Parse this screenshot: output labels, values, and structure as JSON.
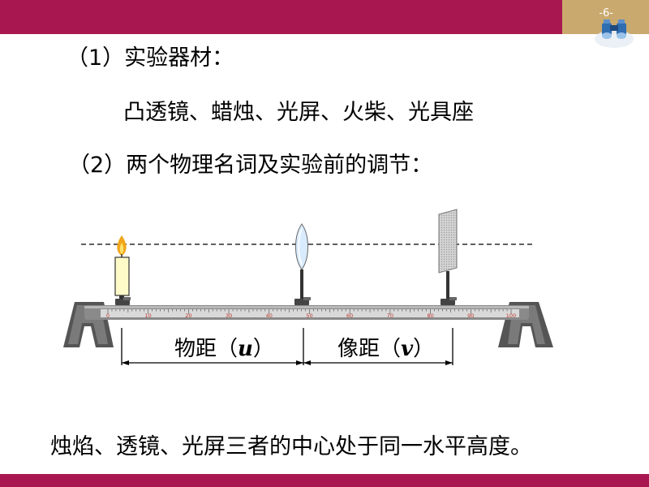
{
  "slide": {
    "page_number": "-6-",
    "line1": "（1）实验器材：",
    "line2": "凸透镜、蜡烛、光屏、火柴、光具座",
    "line3": "（2）两个物理名词及实验前的调节：",
    "conclusion": "烛焰、透镜、光屏三者的中心处于同一水平高度。"
  },
  "diagram": {
    "object_distance": {
      "text": "物距（",
      "symbol": "u",
      "close": "）"
    },
    "image_distance": {
      "text": "像距（",
      "symbol": "v",
      "close": "）"
    },
    "scale_labels": [
      "0",
      "10",
      "20",
      "30",
      "40",
      "50",
      "60",
      "70",
      "80",
      "90",
      "100"
    ]
  },
  "colors": {
    "primary": "#a8174f",
    "accent": "#c9a96e"
  }
}
